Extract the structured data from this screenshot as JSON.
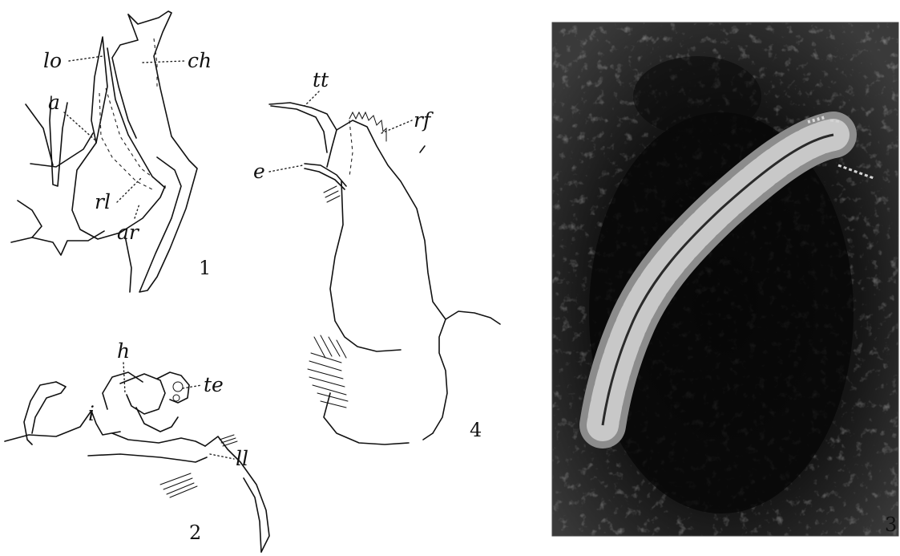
{
  "figure1": {
    "labels": {
      "lo": "lo",
      "ch": "ch",
      "a": "a",
      "rl": "rl",
      "ar": "ar"
    },
    "number": "1"
  },
  "figure2": {
    "labels": {
      "h": "h",
      "te": "te",
      "i": "i",
      "ll": "ll"
    },
    "number": "2"
  },
  "figure3": {
    "number": "3",
    "photo": "millipede-photograph"
  },
  "figure4": {
    "labels": {
      "tt": "tt",
      "rf": "rf",
      "e": "e"
    },
    "number": "4"
  }
}
